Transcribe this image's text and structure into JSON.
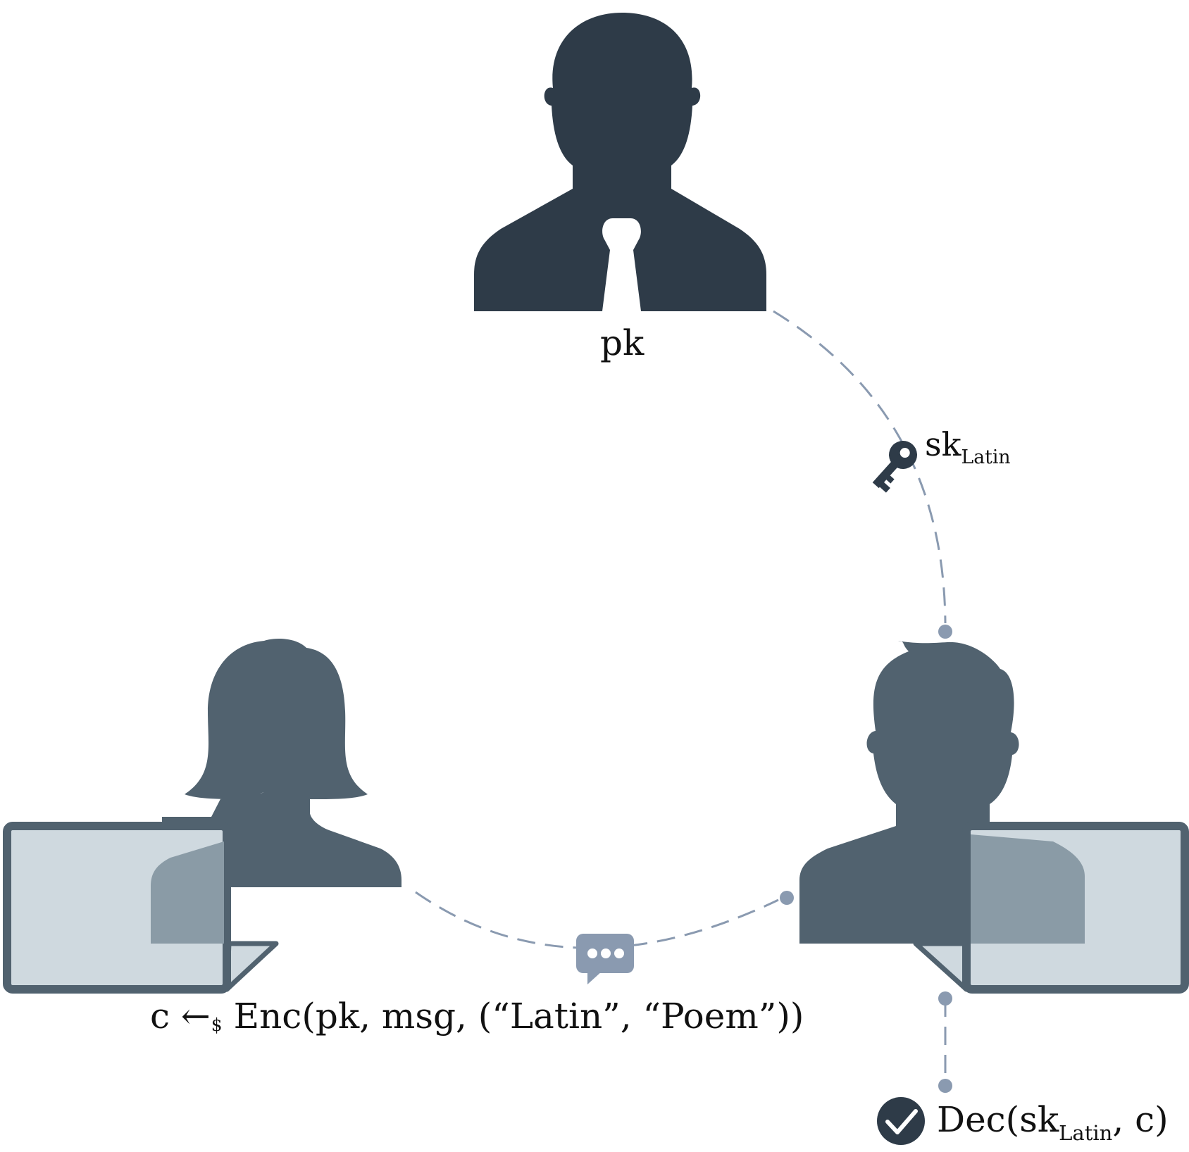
{
  "labels": {
    "authority_key": "pk",
    "secret_key_prefix": "sk",
    "secret_key_sub": "Latin",
    "encrypt_prefix": "c ←",
    "encrypt_rand": "$",
    "encrypt_call": "Enc(pk, msg, (“Latin”, “Poem”))",
    "decrypt_prefix": "Dec(sk",
    "decrypt_sub": "Latin",
    "decrypt_suffix": ", c)"
  },
  "icons": {
    "authority": "person-with-tie-icon",
    "sender": "woman-icon",
    "receiver": "man-icon",
    "sender_laptop": "laptop-icon",
    "receiver_laptop": "laptop-icon",
    "key": "key-icon",
    "message": "chat-bubble-icon",
    "success": "checkmark-circle-icon"
  },
  "colors": {
    "authority_figure": "#2e3b48",
    "user_figures": "#51626f",
    "laptop_screen": "#cfd9df",
    "laptop_overlay": "#8a9ba6",
    "connector": "#8a9ab0",
    "text": "#111111"
  }
}
